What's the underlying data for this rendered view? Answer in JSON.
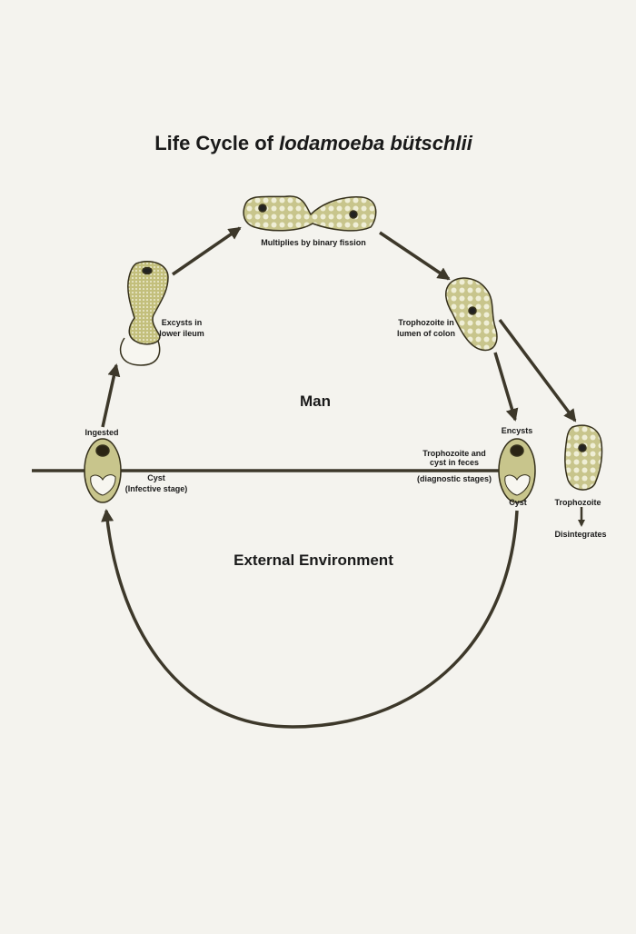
{
  "title": {
    "prefix": "Life Cycle of ",
    "organism": "Iodamoeba bütschlii"
  },
  "regions": {
    "host": "Man",
    "external": "External Environment"
  },
  "stages": {
    "fission": "Multiplies by binary fission",
    "excyst": [
      "Excysts in",
      "lower ileum"
    ],
    "trophozoite_colon": [
      "Trophozoite in",
      "lumen of colon"
    ],
    "ingested": "Ingested",
    "infective_cyst": [
      "Cyst",
      "(Infective stage)"
    ],
    "encysts": "Encysts",
    "feces": [
      "Trophozoite and",
      "cyst in feces"
    ],
    "diagnostic": "(diagnostic stages)",
    "cyst": "Cyst",
    "trophozoite": "Trophozoite",
    "disintegrates": "Disintegrates"
  },
  "colors": {
    "line": "#3d382a",
    "cell_fill": "#c8c58c",
    "cell_outline": "#35301c",
    "background": "#f4f3ee"
  }
}
